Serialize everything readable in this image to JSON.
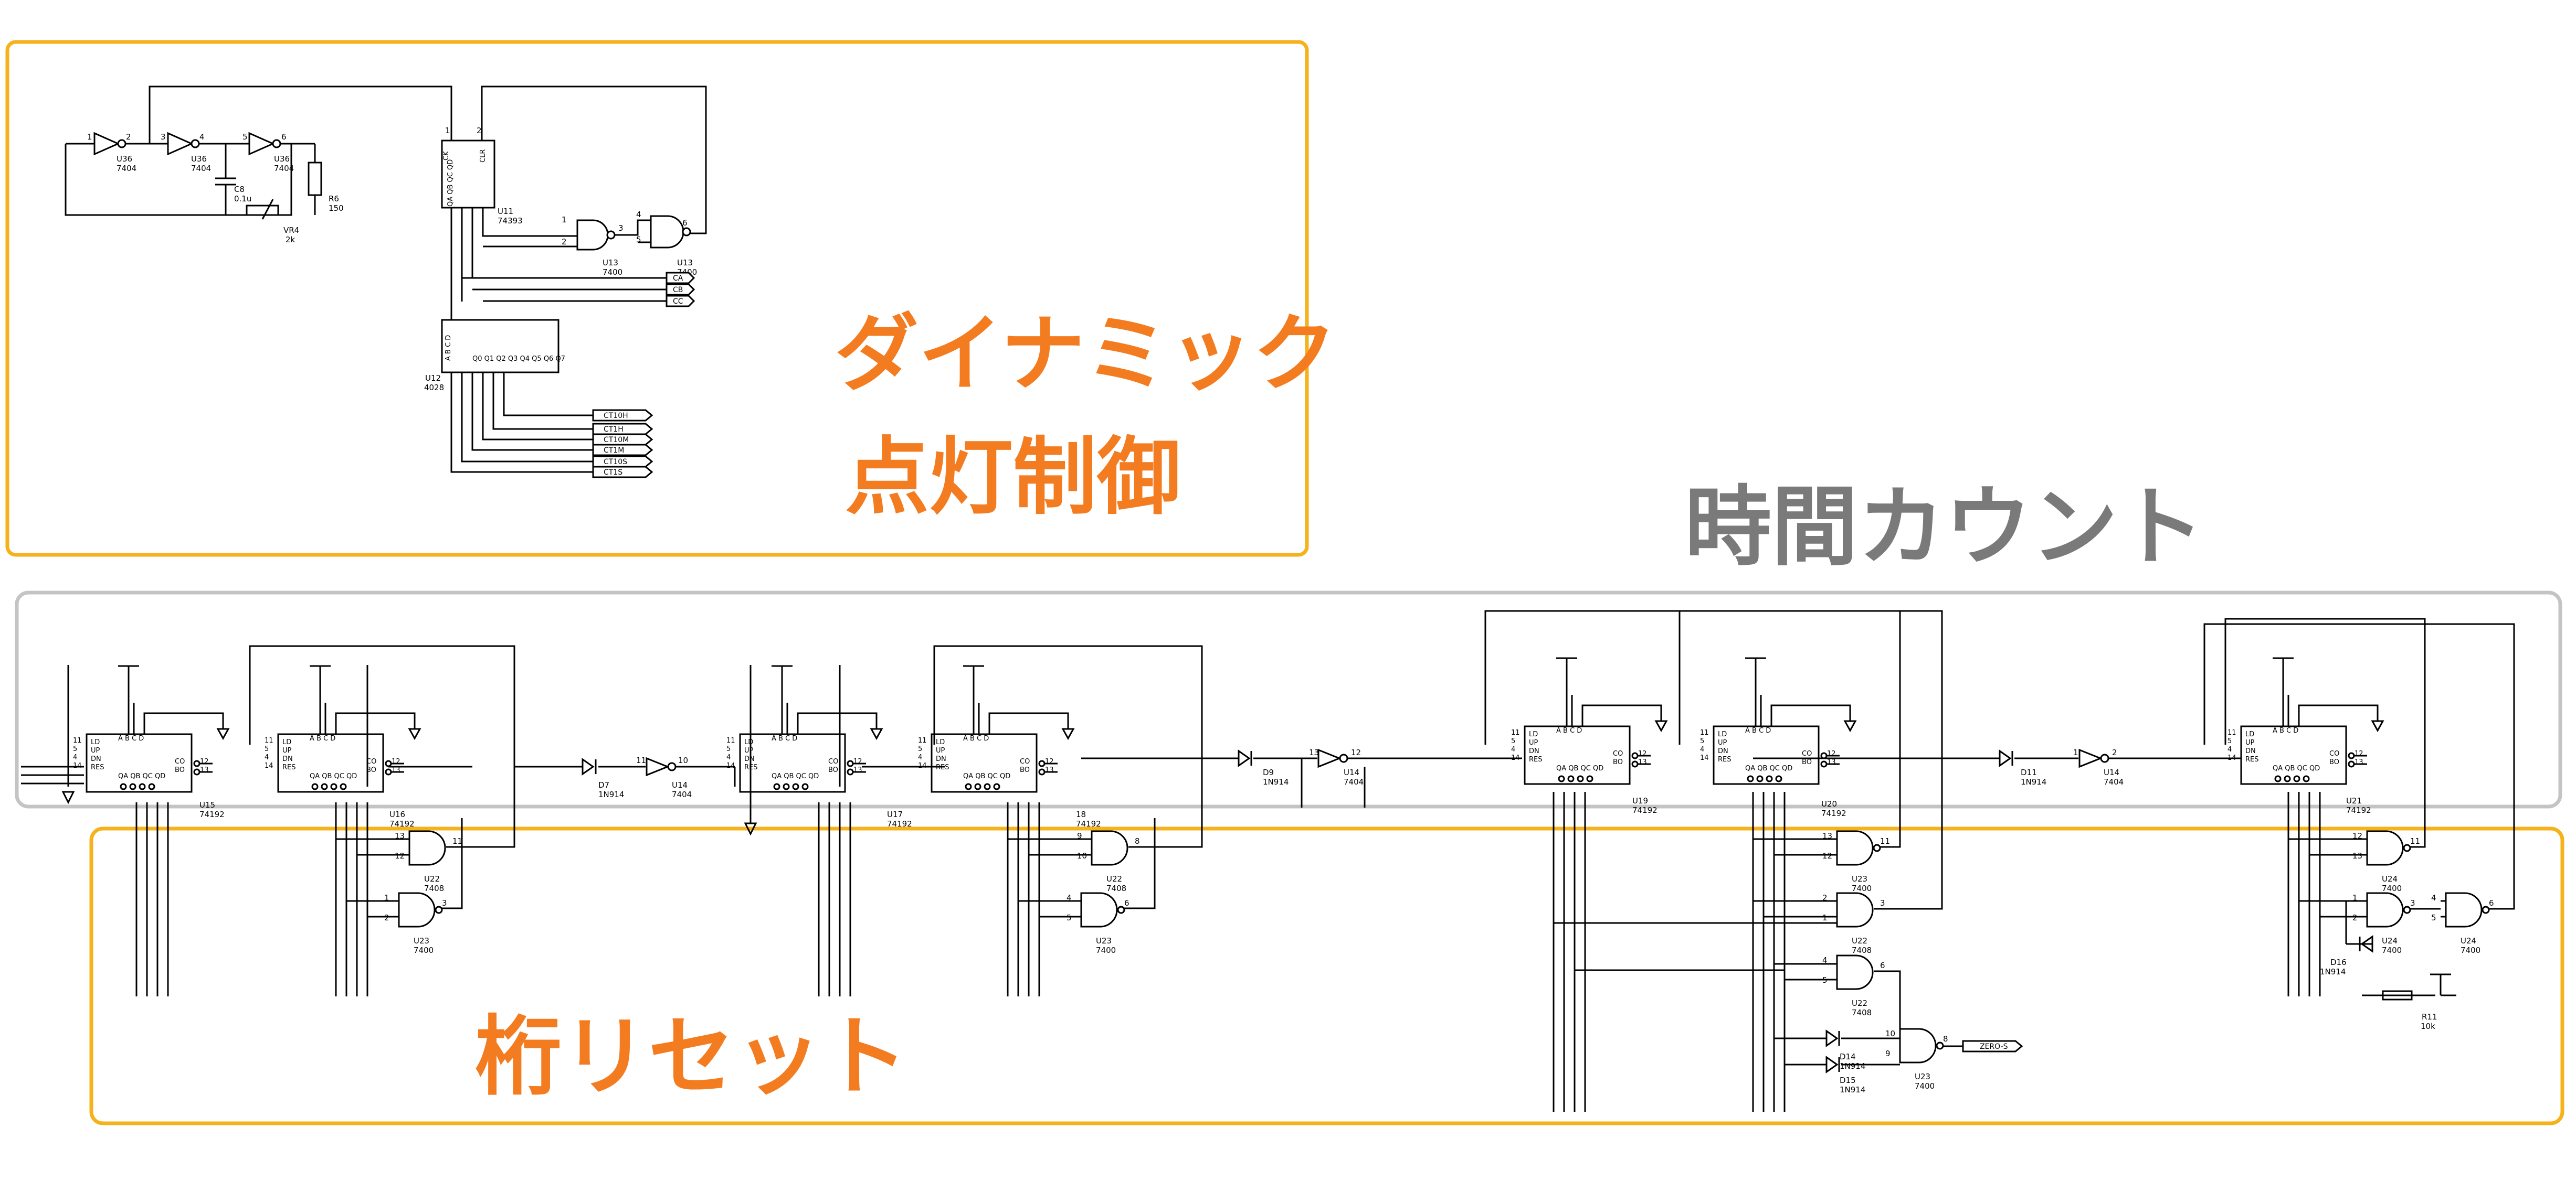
{
  "labels": {
    "dynamic_line1": "ダイナミック",
    "dynamic_line2": "点灯制御",
    "time_count": "時間カウント",
    "digit_reset": "桁リセット"
  },
  "colors": {
    "orange_box": "#f5b21b",
    "gray_box": "#c4c4c4",
    "orange_text": "#f47c20",
    "gray_text": "#7a7a7a"
  },
  "oscillator": {
    "inverters": [
      {
        "ref": "U36",
        "part": "7404",
        "pin_in": "1",
        "pin_out": "2"
      },
      {
        "ref": "U36",
        "part": "7404",
        "pin_in": "3",
        "pin_out": "4"
      },
      {
        "ref": "U36",
        "part": "7404",
        "pin_in": "5",
        "pin_out": "6"
      }
    ],
    "cap": {
      "ref": "C8",
      "value": "0.1u"
    },
    "vr": {
      "ref": "VR4",
      "value": "2k"
    },
    "res": {
      "ref": "R6",
      "value": "150"
    }
  },
  "u11": {
    "ref": "U11",
    "part": "74393",
    "pins": "QA QB QC QD",
    "ck": "CK",
    "clr": "CLR",
    "pin1": "1",
    "pin2": "2"
  },
  "u13": {
    "ref": "U13",
    "part": "7400",
    "ref2": "U13",
    "part2": "7400",
    "pins": [
      "1",
      "2",
      "3",
      "4",
      "5",
      "6"
    ]
  },
  "select_tags": [
    "CA",
    "CB",
    "CC"
  ],
  "u12": {
    "ref": "U12",
    "part": "4028",
    "pins_in": "A B C D",
    "pins_out": "Q0 Q1 Q2 Q3 Q4 Q5 Q6 Q7"
  },
  "digit_tags": [
    "CT10H",
    "CT1H",
    "CT10M",
    "CT1M",
    "CT10S",
    "CT1S"
  ],
  "counter": {
    "part": "74192",
    "pins_left": [
      "LD",
      "UP",
      "DN",
      "RES"
    ],
    "pins_right": [
      "CO",
      "BO"
    ],
    "pins_top": "A B C D",
    "pins_bottom": "QA QB QC QD",
    "pin_numbers": [
      "11",
      "5",
      "4",
      "14",
      "12",
      "13"
    ],
    "refs": [
      "U15",
      "U16",
      "U17",
      "18",
      "U19",
      "U20",
      "U21"
    ]
  },
  "diodes": [
    {
      "ref": "D7",
      "part": "1N914"
    },
    {
      "ref": "D9",
      "part": "1N914"
    },
    {
      "ref": "D11",
      "part": "1N914"
    },
    {
      "ref": "D14",
      "part": "1N914"
    },
    {
      "ref": "D15",
      "part": "1N914"
    },
    {
      "ref": "D16",
      "part": "1N914"
    }
  ],
  "inverters_mid": [
    {
      "ref": "U14",
      "part": "7404",
      "pin_in": "11",
      "pin_out": "10"
    },
    {
      "ref": "U14",
      "part": "7404",
      "pin_in": "13",
      "pin_out": "12"
    },
    {
      "ref": "U14",
      "part": "7404",
      "pin_in": "1",
      "pin_out": "2"
    }
  ],
  "reset_gates": [
    {
      "ref": "U22",
      "part": "7408",
      "pin_a": "13",
      "pin_b": "12",
      "pin_o": "11"
    },
    {
      "ref": "U23",
      "part": "7400",
      "pin_a": "1",
      "pin_b": "2",
      "pin_o": "3"
    },
    {
      "ref": "U22",
      "part": "7408",
      "pin_a": "9",
      "pin_b": "10",
      "pin_o": "8"
    },
    {
      "ref": "U23",
      "part": "7400",
      "pin_a": "4",
      "pin_b": "5",
      "pin_o": "6"
    },
    {
      "ref": "U23",
      "part": "7400",
      "pin_a": "13",
      "pin_b": "12",
      "pin_o": "11"
    },
    {
      "ref": "U22",
      "part": "7408",
      "pin_a": "2",
      "pin_b": "1",
      "pin_o": "3"
    },
    {
      "ref": "U22",
      "part": "7408",
      "pin_a": "4",
      "pin_b": "5",
      "pin_o": "6"
    },
    {
      "ref": "U23",
      "part": "7400",
      "pin_a": "10",
      "pin_b": "9",
      "pin_o": "8"
    },
    {
      "ref": "U24",
      "part": "7400",
      "pin_a": "12",
      "pin_b": "13",
      "pin_o": "11"
    },
    {
      "ref": "U24",
      "part": "7400",
      "pin_a": "1",
      "pin_b": "2",
      "pin_o": "3"
    },
    {
      "ref": "U24",
      "part": "7400",
      "pin_a": "4",
      "pin_b": "5",
      "pin_o": "6"
    }
  ],
  "zero_tag": "ZERO-S",
  "r11": {
    "ref": "R11",
    "value": "10k"
  }
}
